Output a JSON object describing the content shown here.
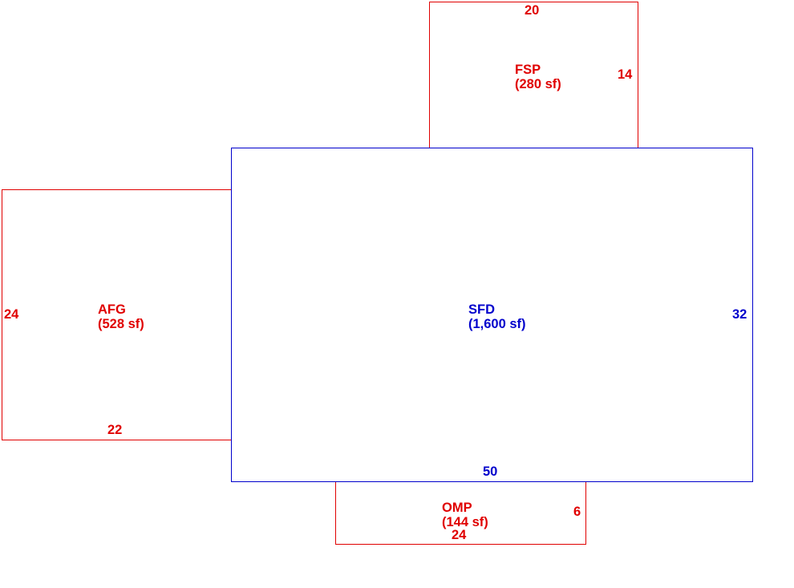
{
  "colors": {
    "main_structure": "#0000cc",
    "additions": "#e00000",
    "background": "#ffffff"
  },
  "rooms": {
    "sfd": {
      "name": "SFD",
      "area": "(1,600 sf)",
      "width_label": "50",
      "depth_label": "32"
    },
    "fsp": {
      "name": "FSP",
      "area": "(280 sf)",
      "width_label": "20",
      "depth_label": "14"
    },
    "afg": {
      "name": "AFG",
      "area": "(528 sf)",
      "width_label": "22",
      "depth_label": "24"
    },
    "omp": {
      "name": "OMP",
      "area": "(144 sf)",
      "width_label": "24",
      "depth_label": "6"
    }
  }
}
